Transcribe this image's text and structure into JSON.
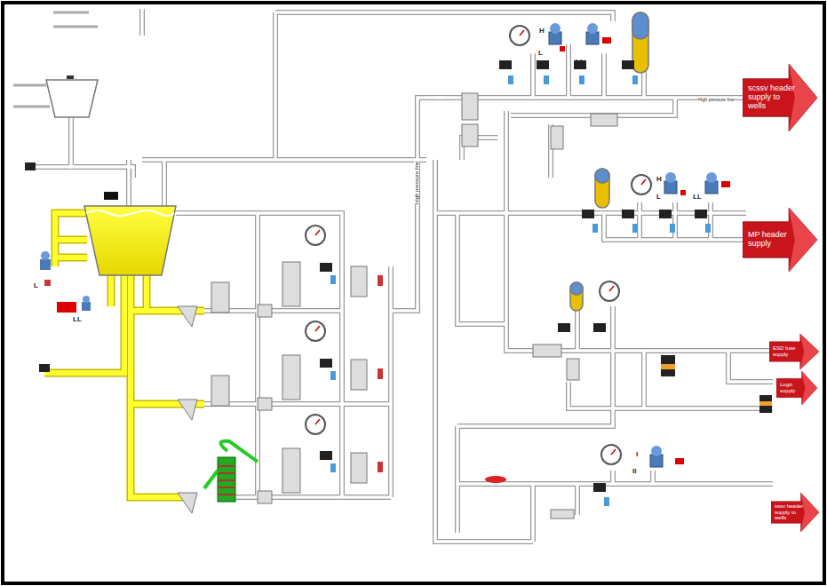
{
  "diagram": {
    "nodes": [
      {
        "text": [
          "scssv header supply to wells"
        ]
      },
      {
        "text": [
          "MP header supply"
        ]
      },
      {
        "text": [
          "ESD fuse supply"
        ]
      },
      {
        "text": [
          "Logic supply"
        ]
      },
      {
        "text": [
          "sssv header supply to wells"
        ]
      }
    ],
    "labels": [
      "H",
      "L",
      "LL",
      "H",
      "L",
      "LL",
      "L",
      "LL",
      "I",
      "II",
      "High pressure line",
      "High pressure line"
    ]
  }
}
